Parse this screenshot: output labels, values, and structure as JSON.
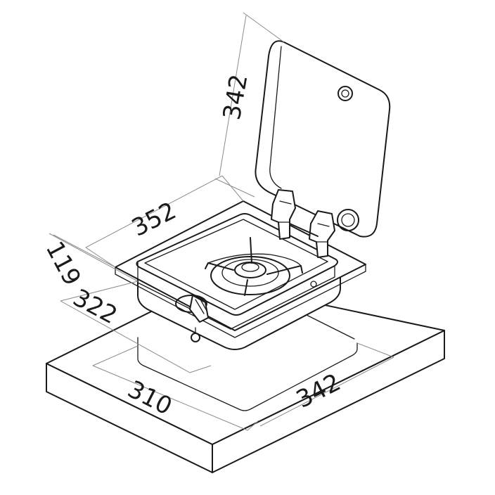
{
  "dimensions": {
    "lid_height": "342",
    "top_width": "352",
    "side_height": "119",
    "top_depth": "322",
    "cutout_depth": "310",
    "cutout_width": "342"
  },
  "colors": {
    "line": "#1a1a1a",
    "dimension_line": "#8a8a8a",
    "background": "#ffffff"
  }
}
